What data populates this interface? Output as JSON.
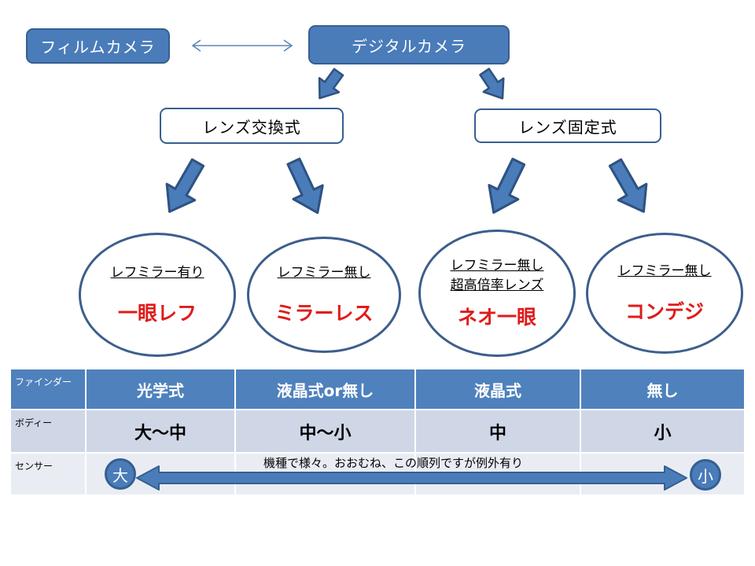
{
  "colors": {
    "accent_blue": "#4a7cba",
    "dark_blue_border": "#365f91",
    "ellipse_stroke": "#3d5e8c",
    "red_text": "#e01b1b",
    "table_header_bg": "#4f81bd",
    "table_row2_bg": "#cfd7e7",
    "table_row3_bg": "#e9edf3"
  },
  "flowchart": {
    "film_camera": "フィルムカメラ",
    "digital_camera": "デジタルカメラ",
    "lens_interchangeable": "レンズ交換式",
    "lens_fixed": "レンズ固定式",
    "categories": [
      {
        "feature_lines": [
          "レフミラー有り"
        ],
        "name": "一眼レフ"
      },
      {
        "feature_lines": [
          "レフミラー無し"
        ],
        "name": "ミラーレス"
      },
      {
        "feature_lines": [
          "レフミラー無し",
          "超高倍率レンズ"
        ],
        "name": "ネオ一眼"
      },
      {
        "feature_lines": [
          "レフミラー無し"
        ],
        "name": "コンデジ"
      }
    ]
  },
  "table": {
    "finder_row": {
      "label": "ファインダー",
      "values": [
        "光学式",
        "液晶式or無し",
        "液晶式",
        "無し"
      ]
    },
    "body_row": {
      "label": "ボディー",
      "values": [
        "大～中",
        "中～小",
        "中",
        "小"
      ]
    },
    "sensor_row": {
      "label": "センサー",
      "large_label": "大",
      "small_label": "小",
      "caption": "機種で様々。おおむね、この順列ですが例外有り"
    }
  }
}
